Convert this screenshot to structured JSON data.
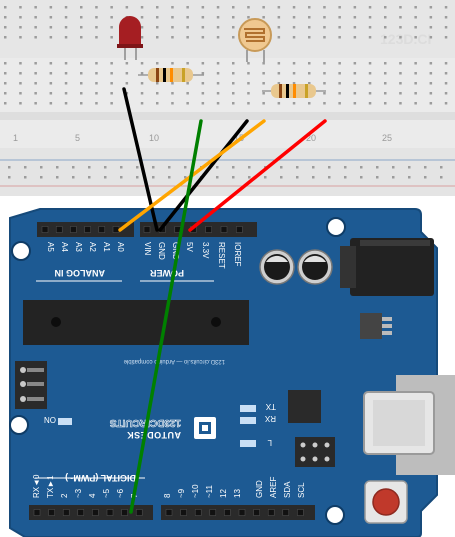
{
  "app": {
    "watermark": "123D.CI"
  },
  "breadboard": {
    "column_numbers": [
      "1",
      "5",
      "10",
      "15",
      "20",
      "25"
    ],
    "components": [
      "led-red",
      "photoresistor",
      "resistor",
      "resistor"
    ]
  },
  "arduino": {
    "analog_pins": [
      "A0",
      "A1",
      "A2",
      "A3",
      "A4",
      "A5"
    ],
    "analog_header": "ANALOG IN",
    "power_pins": [
      "VIN",
      "GND",
      "GND",
      "5V",
      "3.3V",
      "RESET",
      "IOREF"
    ],
    "power_header": "POWER",
    "brand_top": "AUTODESK",
    "brand_bottom": "123DCIRCUITS",
    "on_label": "ON",
    "tx_label": "TX",
    "rx_label": "RX",
    "l_label": "L",
    "digital_header": "DIGITAL (PWM~)",
    "digital_pins": [
      "RX◄0",
      "TX►1",
      "2",
      "~3",
      "4",
      "~5",
      "~6",
      "7",
      "8",
      "~9",
      "~10",
      "~11",
      "12",
      "13",
      "GND",
      "AREF",
      "SDA",
      "SCL"
    ],
    "compat_text": "123D.circuits.io — Arduino compatible",
    "colors": {
      "board": "#1d5a93",
      "board_edge": "#164a7a",
      "header": "#2a2a2a"
    }
  },
  "wires": [
    {
      "color": "#000000",
      "name": "black"
    },
    {
      "color": "#000000",
      "name": "black"
    },
    {
      "color": "#ffa500",
      "name": "orange"
    },
    {
      "color": "#ff0000",
      "name": "red"
    },
    {
      "color": "#008000",
      "name": "green"
    }
  ]
}
